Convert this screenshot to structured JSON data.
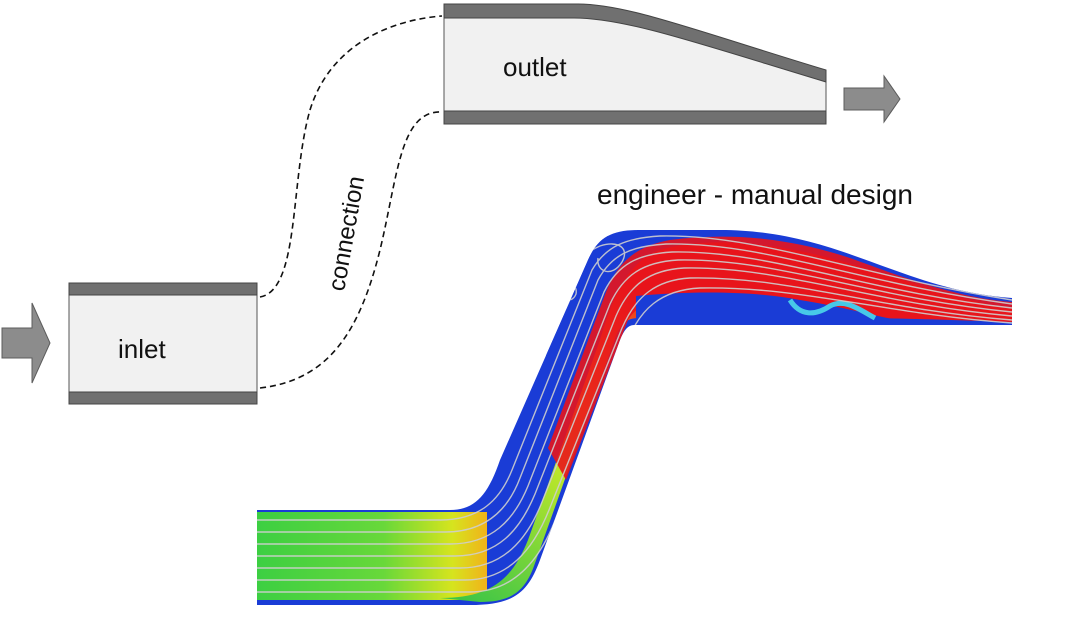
{
  "labels": {
    "inlet": "inlet",
    "outlet": "outlet",
    "connection": "connection",
    "caption": "engineer - manual design"
  },
  "colors": {
    "wall": "#707070",
    "duct_fill": "#f1f1f1",
    "arrow": "#8c8c8c",
    "dashed_line": "#111111",
    "flow_low": "#1a3cd6",
    "flow_mid": "#33c24a",
    "flow_high_yellow": "#f5e81a",
    "flow_high_orange": "#f28a1c",
    "flow_max": "#e8141c",
    "streamline": "#cfcfcf"
  },
  "icons": {
    "flow_in_arrow": "right-arrow-icon",
    "flow_out_arrow": "right-arrow-icon"
  }
}
